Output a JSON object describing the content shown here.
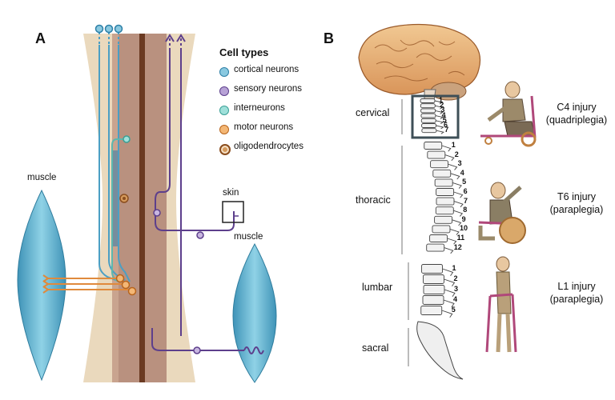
{
  "panel_a": {
    "letter": "A",
    "legend_title": "Cell types",
    "legend": [
      {
        "label": "cortical neurons",
        "color": "#5aa9c9",
        "icon": "circle"
      },
      {
        "label": "sensory neurons",
        "color": "#9c84bd",
        "icon": "circle"
      },
      {
        "label": "interneurons",
        "color": "#6fc6c0",
        "icon": "circle"
      },
      {
        "label": "motor neurons",
        "color": "#e8a15a",
        "icon": "circle"
      },
      {
        "label": "oligodendrocytes",
        "color": "#d59a5c",
        "icon": "ring"
      }
    ],
    "muscle_left": "muscle",
    "muscle_right": "muscle",
    "skin": "skin"
  },
  "panel_b": {
    "letter": "B",
    "regions": {
      "cervical": "cervical",
      "thoracic": "thoracic",
      "lumbar": "lumbar",
      "sacral": "sacral"
    },
    "vertebrae": {
      "cervical": [
        "1",
        "2",
        "3",
        "4",
        "5",
        "6",
        "7"
      ],
      "thoracic": [
        "1",
        "2",
        "3",
        "4",
        "5",
        "6",
        "7",
        "8",
        "9",
        "10",
        "11",
        "12"
      ],
      "lumbar": [
        "1",
        "2",
        "3",
        "4",
        "5"
      ]
    },
    "injuries": [
      {
        "name": "C4 injury",
        "type": "(quadriplegia)"
      },
      {
        "name": "T6 injury",
        "type": "(paraplegia)"
      },
      {
        "name": "L1 injury",
        "type": "(paraplegia)"
      }
    ]
  },
  "colors": {
    "cord_outer": "#ead9bd",
    "cord_inner": "#b9917f",
    "cord_center": "#6b3a22",
    "muscle": "#5fb0cc",
    "cortical": "#4b9fc4",
    "sensory": "#5d3f8c",
    "motor": "#e08a3c",
    "brain": "#e8b37a",
    "vertebra": "#f2f2f2"
  }
}
